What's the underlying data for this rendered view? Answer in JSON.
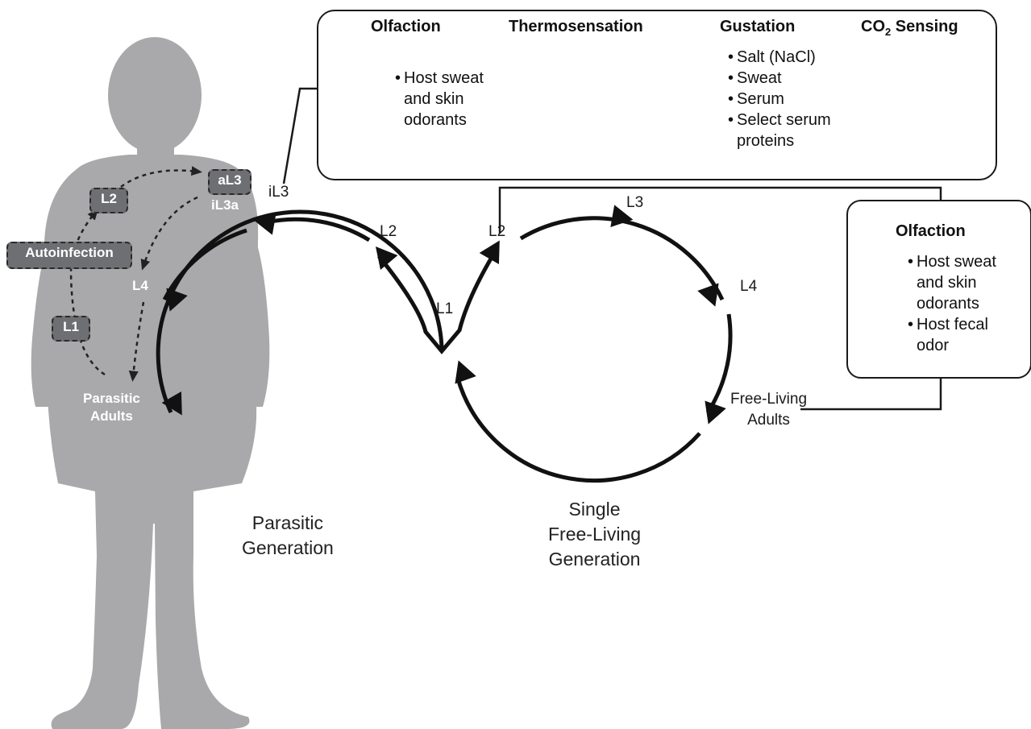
{
  "top_panel": {
    "sections": [
      {
        "title": "Olfaction",
        "items": [
          "Host sweat",
          "and skin",
          "odorants"
        ],
        "icon": "human-silhouette-with-odor-waves-icon"
      },
      {
        "title": "Thermosensation",
        "items": [],
        "icon": "flame-icon"
      },
      {
        "title": "Gustation",
        "items": [
          "Salt (NaCl)",
          "Sweat",
          "Serum",
          "Select serum",
          "proteins"
        ],
        "icon": "droplet-icon"
      },
      {
        "title_main": "CO",
        "title_sub": "2",
        "title_rest": " Sensing",
        "items": [],
        "icon": "co2-waves-icon"
      }
    ]
  },
  "right_panel": {
    "title": "Olfaction",
    "items": [
      "Host sweat",
      "and skin",
      "odorants",
      "Host fecal",
      "odor"
    ],
    "icons": [
      "odor-waves-icon",
      "feces-icon"
    ]
  },
  "host_labels": {
    "aL3": "aL3",
    "iL3a": "iL3a",
    "L2": "L2",
    "L1": "L1",
    "L4": "L4",
    "autoinfection": "Autoinfection",
    "parasitic_adults": [
      "Parasitic",
      "Adults"
    ]
  },
  "cycle_labels": {
    "iL3": "iL3",
    "left_L2": "L2",
    "L1": "L1",
    "right_L2": "L2",
    "L3": "L3",
    "L4": "L4",
    "free_living_adults": [
      "Free-Living",
      "Adults"
    ]
  },
  "captions": {
    "parasitic_generation": [
      "Parasitic",
      "Generation"
    ],
    "free_living_generation": [
      "Single",
      "Free-Living",
      "Generation"
    ]
  },
  "colors": {
    "silhouette": "#a9a9ab",
    "tag_fill": "#6e6f72",
    "flame_outer": "#f26a1b",
    "flame_inner": "#fbb03b",
    "droplet": "#c9c9c9",
    "co2": "#a9cde8",
    "feces": "#8b5a2b",
    "odor": "#c9b48a",
    "cycle_stroke": "#111111"
  }
}
